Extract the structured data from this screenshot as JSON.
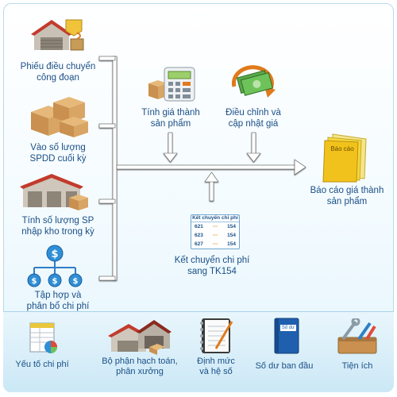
{
  "inputs": [
    {
      "label_line1": "Phiếu điều chuyển",
      "label_line2": "công đoạn",
      "icon": "warehouse-transfer-icon"
    },
    {
      "label_line1": "Vào số lượng",
      "label_line2": "SPDD cuối kỳ",
      "icon": "boxes-icon"
    },
    {
      "label_line1": "Tính số lượng SP",
      "label_line2": "nhập kho trong kỳ",
      "icon": "warehouse-icon"
    },
    {
      "label_line1": "Tập hợp và",
      "label_line2": "phân bổ chi phí",
      "icon": "money-tree-icon"
    }
  ],
  "process": [
    {
      "label_line1": "Tính giá thành",
      "label_line2": "sản phẩm",
      "icon": "calculator-icon"
    },
    {
      "label_line1": "Điều chỉnh và",
      "label_line2": "cập nhật giá",
      "icon": "money-refresh-icon"
    }
  ],
  "transfer": {
    "label_line1": "Kết chuyển chi phí",
    "label_line2": "sang TK154",
    "table_title": "Kết chuyển chi phí",
    "rows": [
      {
        "from": "621",
        "to": "154"
      },
      {
        "from": "623",
        "to": "154"
      },
      {
        "from": "627",
        "to": "154"
      }
    ]
  },
  "output": {
    "folder_text": "Báo cáo",
    "label_line1": "Báo cáo giá thành",
    "label_line2": "sản phẩm",
    "icon": "report-folder-icon"
  },
  "toolbar": {
    "items": [
      {
        "label_line1": "Yếu tố chi phí",
        "label_line2": "",
        "icon": "cost-factor-icon"
      },
      {
        "label_line1": "Bộ phận hạch toán,",
        "label_line2": "phân xưởng",
        "icon": "department-icon"
      },
      {
        "label_line1": "Định mức",
        "label_line2": "và hệ số",
        "icon": "norm-notebook-icon"
      },
      {
        "label_line1": "Số dư ban đầu",
        "label_line2": "",
        "icon": "opening-balance-icon",
        "book_text": "Số dư"
      },
      {
        "label_line1": "Tiện ích",
        "label_line2": "",
        "icon": "tools-icon"
      }
    ]
  },
  "colors": {
    "text": "#1a4f86",
    "panel_border": "#b9d9ea",
    "arrow": "#ffffff",
    "arrow_outline": "#3a3a3a"
  }
}
